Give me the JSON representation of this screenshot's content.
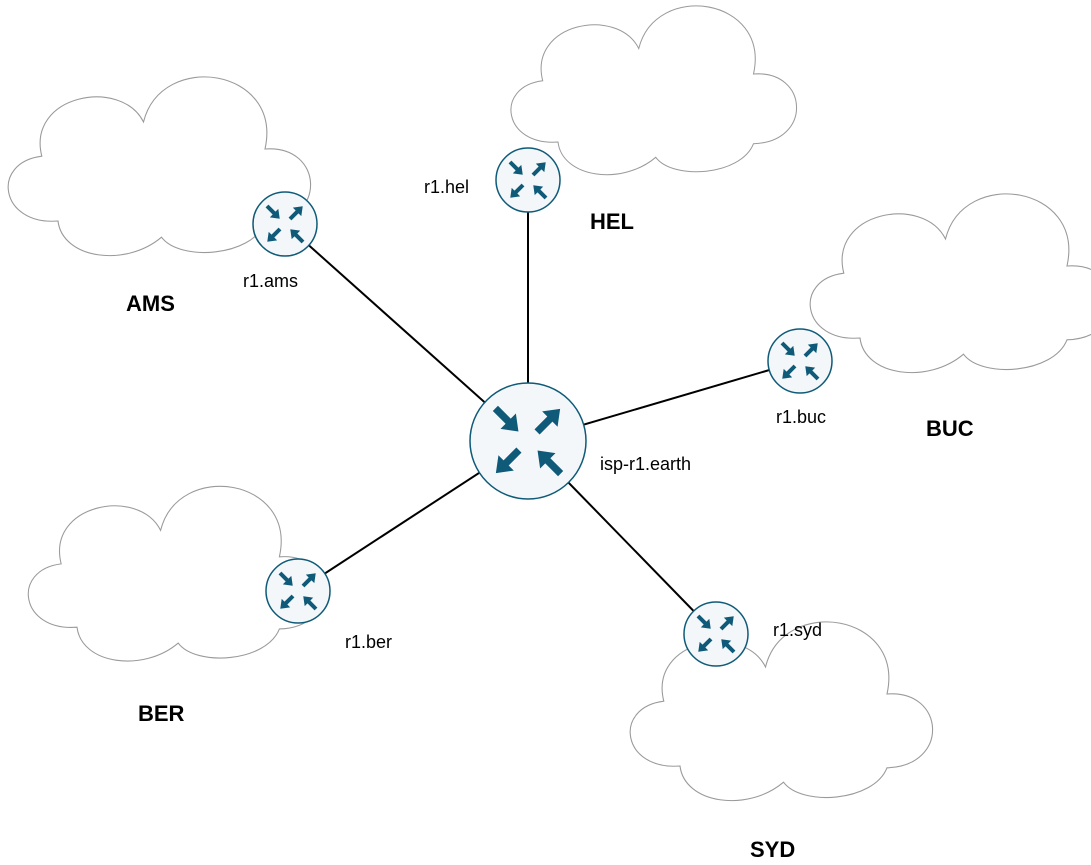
{
  "diagram": {
    "hub": {
      "name": "isp-r1.earth",
      "icon": "router-icon"
    },
    "sites": [
      {
        "id": "ams",
        "site": "AMS",
        "router": "r1.ams"
      },
      {
        "id": "hel",
        "site": "HEL",
        "router": "r1.hel"
      },
      {
        "id": "buc",
        "site": "BUC",
        "router": "r1.buc"
      },
      {
        "id": "ber",
        "site": "BER",
        "router": "r1.ber"
      },
      {
        "id": "syd",
        "site": "SYD",
        "router": "r1.syd"
      }
    ],
    "colors": {
      "router_icon": "#0e5a78",
      "router_fill": "#f4f7f9",
      "cloud_stroke": "#9a9a9a",
      "link": "#000000"
    }
  }
}
